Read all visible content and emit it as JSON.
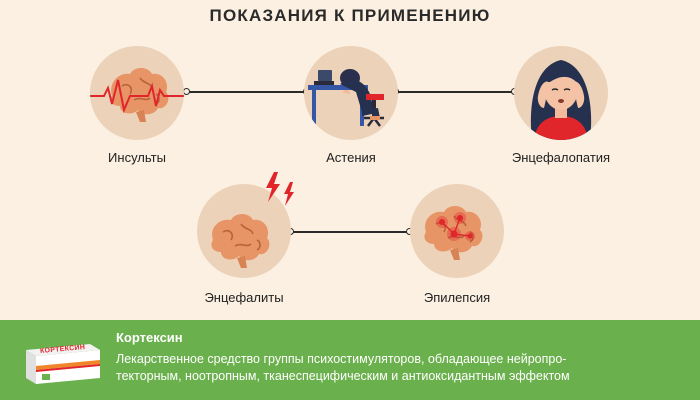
{
  "title": "ПОКАЗАНИЯ К ПРИМЕНЕНИЮ",
  "indications": [
    {
      "label": "Инсульты",
      "icon": "brain-pulse-icon"
    },
    {
      "label": "Астения",
      "icon": "tired-worker-icon"
    },
    {
      "label": "Энцефалопатия",
      "icon": "headache-woman-icon"
    },
    {
      "label": "Энцефалиты",
      "icon": "brain-lightning-icon"
    },
    {
      "label": "Эпилепсия",
      "icon": "brain-seizure-icon"
    }
  ],
  "product": {
    "name": "Кортексин",
    "description_line1": "Лекарственное средство группы психостимуляторов, обладающее нейропро-",
    "description_line2": "текторным, ноотропным, тканеспецифическим и антиоксидантным эффектом",
    "box_label": "КОРТЕКСИН"
  },
  "colors": {
    "background": "#fbf0e1",
    "circle": "#ecd2b9",
    "brain": "#e79466",
    "pulse": "#e0262b",
    "footer": "#6ab04c"
  }
}
